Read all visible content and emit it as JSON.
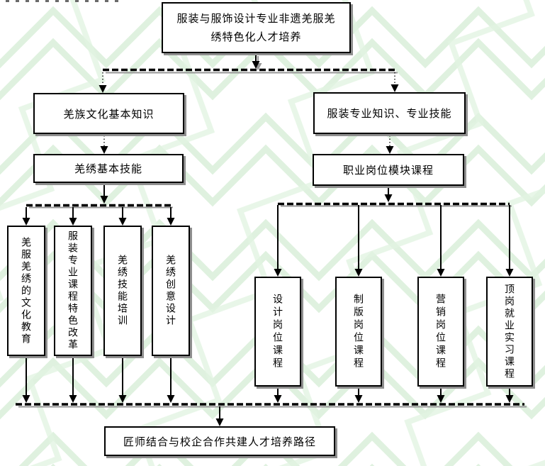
{
  "diagram": {
    "root": {
      "lines": [
        "服装与服饰设计专业非遗羌服羌",
        "绣特色化人才培养"
      ],
      "full_text": "服装与服饰设计专业非遗羌服羌绣特色化人才培养"
    },
    "left_branch": {
      "level1": "羌族文化基本知识",
      "level2": "羌绣基本技能",
      "leaves": [
        "羌服羌绣的文化教育",
        "服装专业课程特色改革",
        "羌绣技能培训",
        "羌绣创意设计"
      ]
    },
    "right_branch": {
      "level1": "服装专业知识、专业技能",
      "level2": "职业岗位模块课程",
      "leaves": [
        "设计岗位课程",
        "制版岗位课程",
        "营销岗位课程",
        "顶岗就业实习课程"
      ]
    },
    "bottom": "匠师结合与校企合作共建人才培养路径"
  },
  "colors": {
    "line": "#000000",
    "box_border": "#000000",
    "box_shadow": "#8f8f8f",
    "watermark_green": "#d9efd9",
    "background": "#ffffff"
  }
}
